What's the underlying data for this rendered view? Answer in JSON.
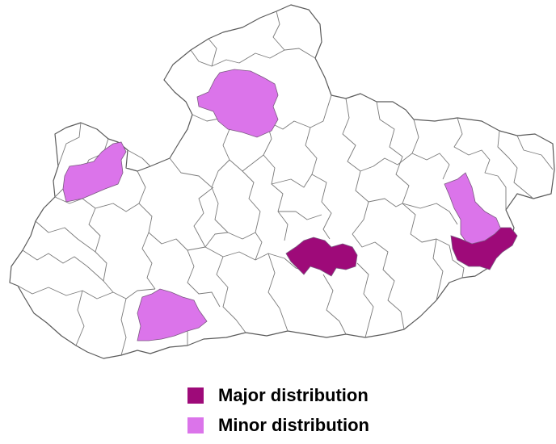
{
  "colors": {
    "major": "#9e0a79",
    "minor": "#db74ea",
    "district_fill": "#ffffff",
    "district_border": "#6f6f6f"
  },
  "legend": {
    "items": [
      {
        "label": "Major distribution",
        "color_key": "major"
      },
      {
        "label": "Minor distribution",
        "color_key": "minor"
      }
    ]
  }
}
